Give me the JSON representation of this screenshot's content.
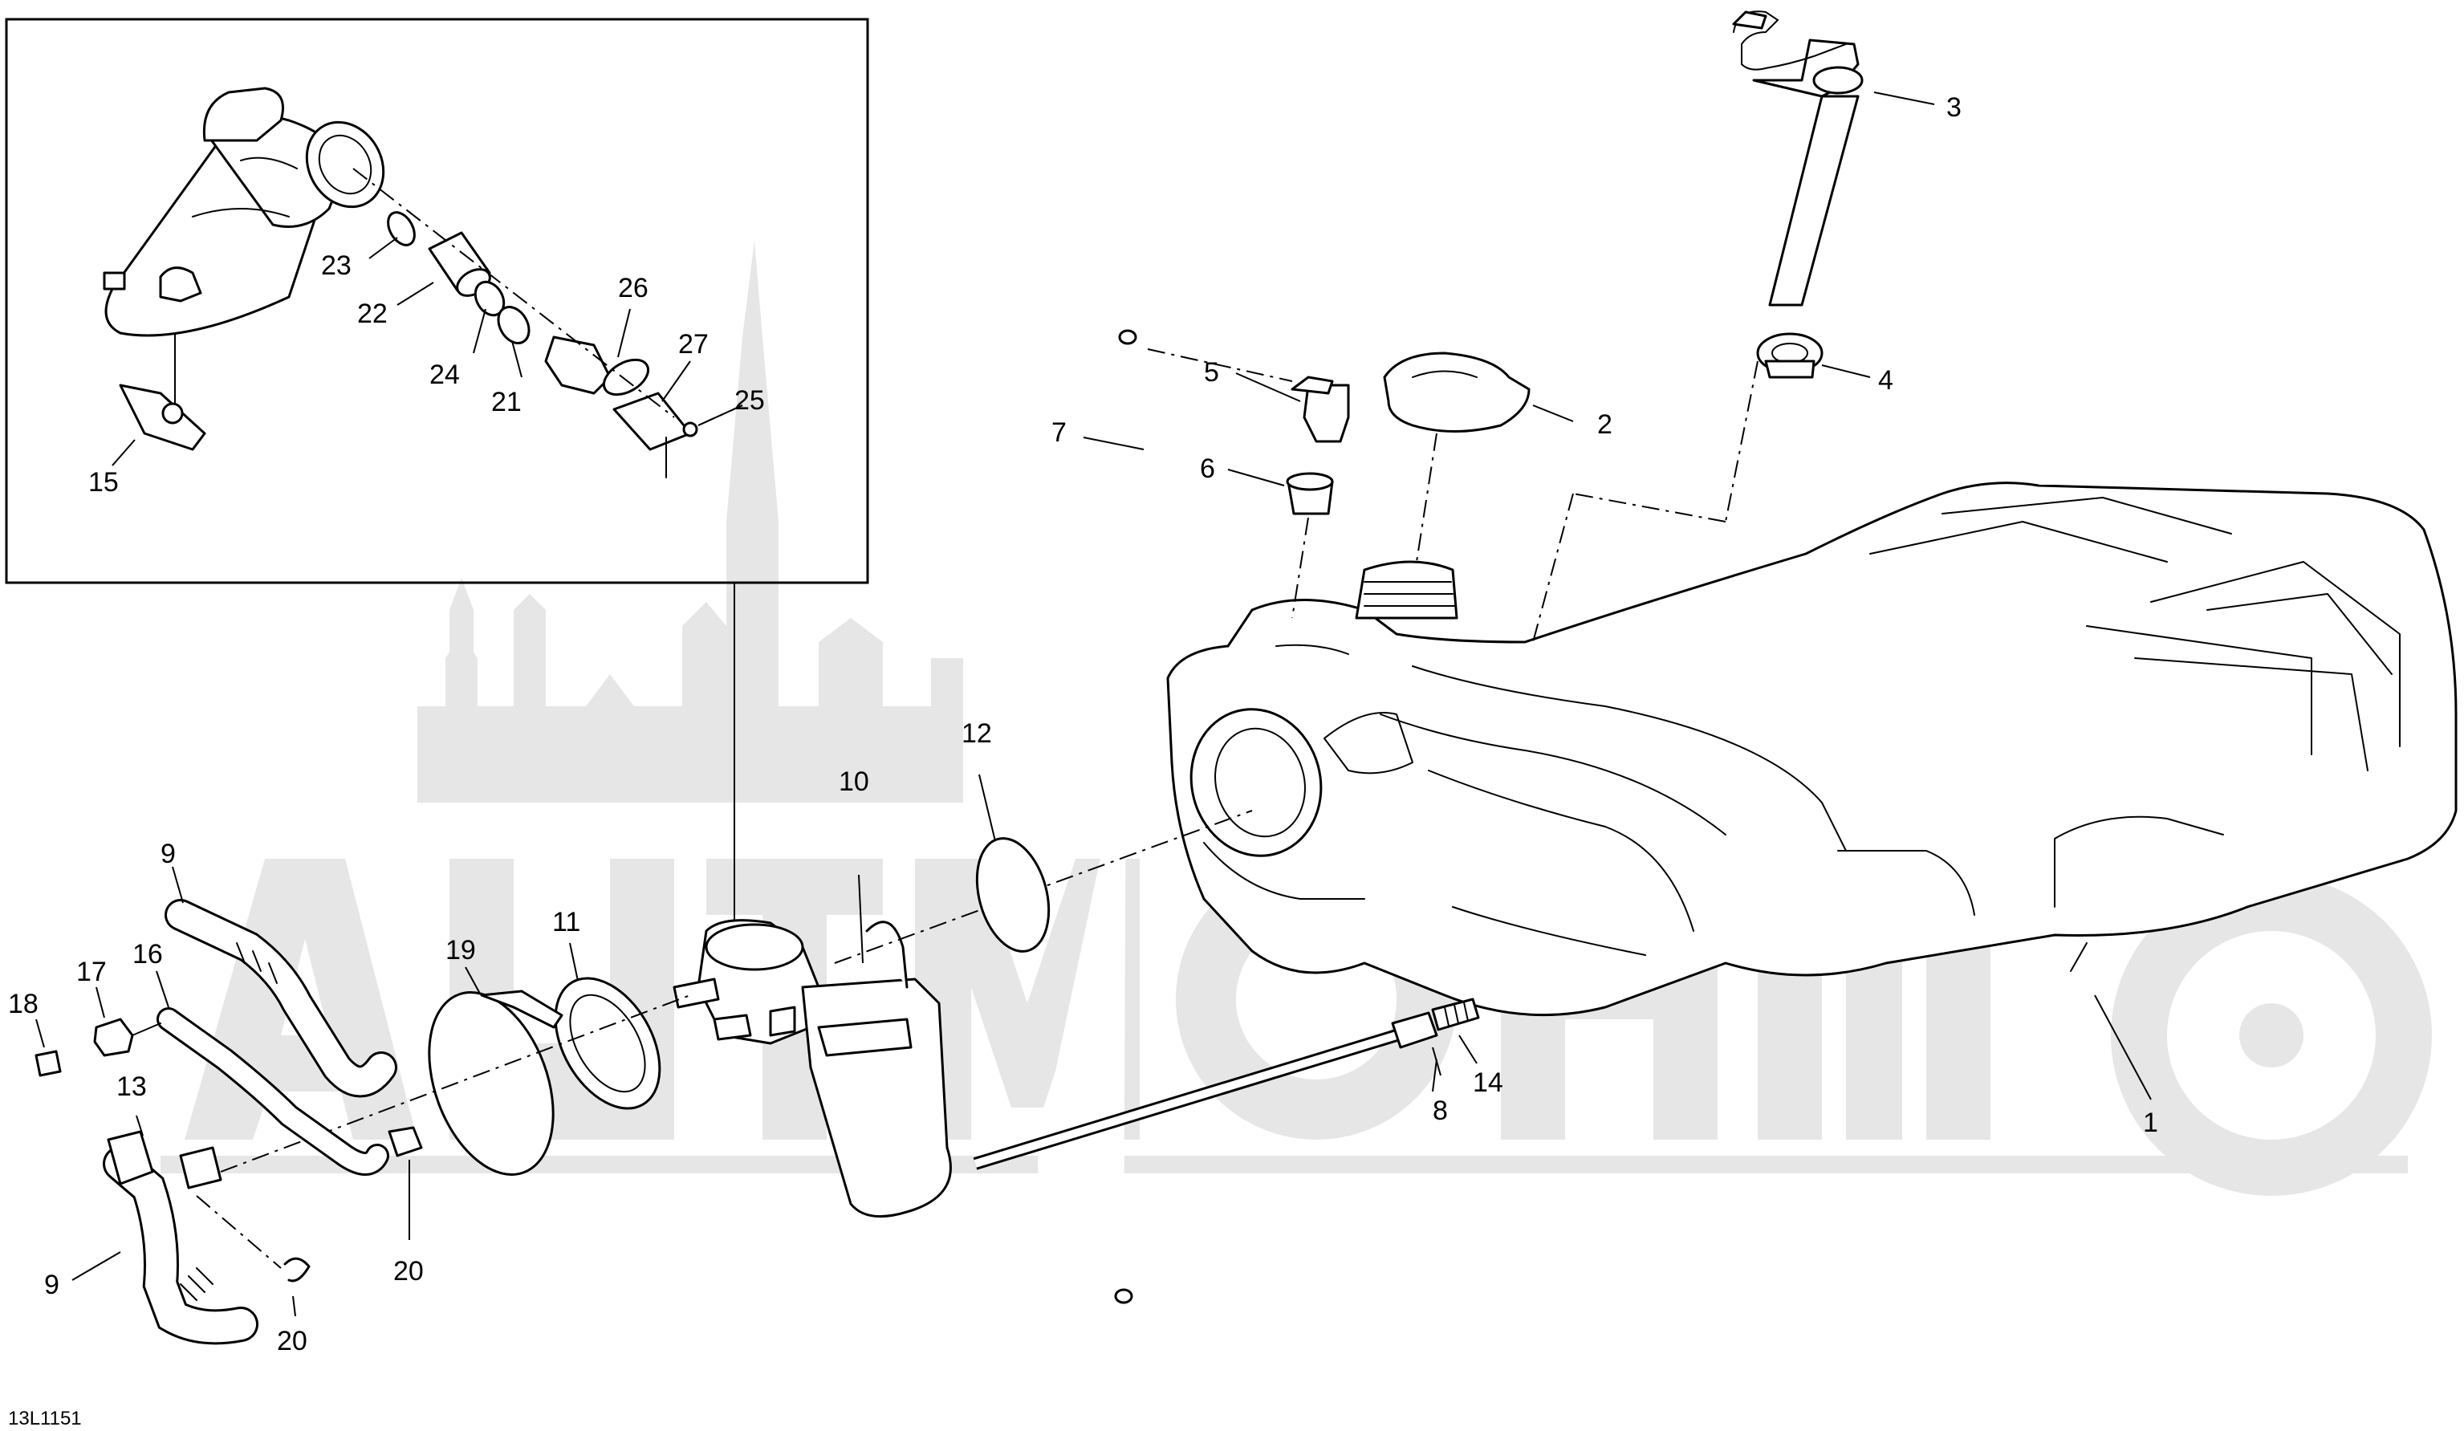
{
  "diagram_code": "13L1151",
  "callouts": {
    "c1": "1",
    "c2": "2",
    "c3": "3",
    "c4": "4",
    "c5": "5",
    "c6": "6",
    "c7": "7",
    "c8": "8",
    "c9a": "9",
    "c9b": "9",
    "c10": "10",
    "c11": "11",
    "c12": "12",
    "c13": "13",
    "c14": "14",
    "c15": "15",
    "c16": "16",
    "c17": "17",
    "c18": "18",
    "c19": "19",
    "c20a": "20",
    "c20b": "20",
    "c21": "21",
    "c22": "22",
    "c23": "23",
    "c24": "24",
    "c25": "25",
    "c26": "26",
    "c27": "27"
  },
  "colors": {
    "line": "#000000",
    "background": "#ffffff",
    "watermark": "#e6e6e6"
  }
}
